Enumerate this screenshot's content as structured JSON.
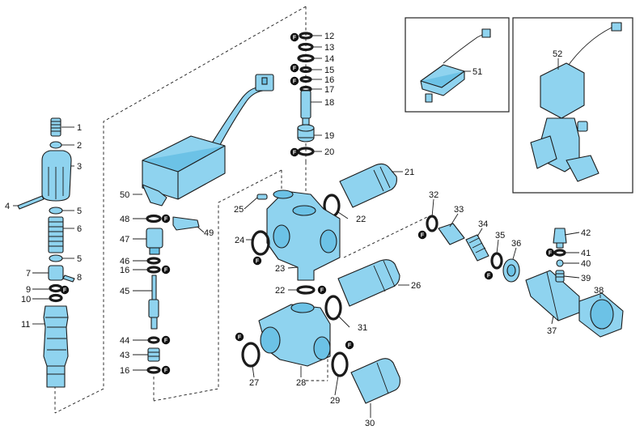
{
  "labels": {
    "p1": "1",
    "p2": "2",
    "p3": "3",
    "p4": "4",
    "p5a": "5",
    "p5b": "5",
    "p6": "6",
    "p7": "7",
    "p8": "8",
    "p9": "9",
    "p10": "10",
    "p11": "11",
    "p12": "12",
    "p13": "13",
    "p14": "14",
    "p15": "15",
    "p16a": "16",
    "p17": "17",
    "p18": "18",
    "p19": "19",
    "p20": "20",
    "p21": "21",
    "p22a": "22",
    "p22b": "22",
    "p23": "23",
    "p24": "24",
    "p25": "25",
    "p26": "26",
    "p27": "27",
    "p28": "28",
    "p29": "29",
    "p30": "30",
    "p31": "31",
    "p32": "32",
    "p33": "33",
    "p34": "34",
    "p35": "35",
    "p36": "36",
    "p37": "37",
    "p38": "38",
    "p39": "39",
    "p40": "40",
    "p41": "41",
    "p42": "42",
    "p43": "43",
    "p44": "44",
    "p45": "45",
    "p46": "46",
    "p16b": "16",
    "p16c": "16",
    "p47": "47",
    "p48": "48",
    "p49": "49",
    "p50": "50",
    "p51": "51",
    "p52": "52"
  },
  "badge_text": "F",
  "colors": {
    "part": "#8fd3ef",
    "outline": "#1b1b1b",
    "badge": "#111111"
  }
}
